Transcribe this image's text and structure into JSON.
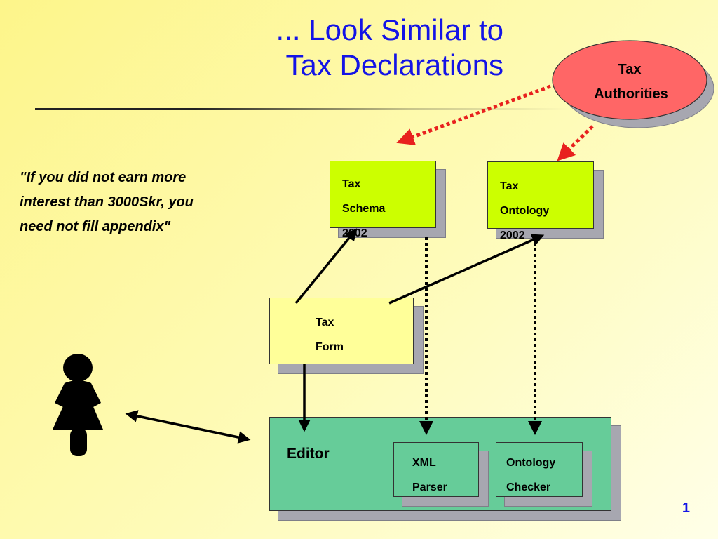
{
  "title": {
    "line1": "... Look Similar to",
    "line2": "Tax Declarations"
  },
  "quote": {
    "line1": "\"If you did not earn more",
    "line2": "interest than 3000Skr, you",
    "line3": "need not fill appendix\""
  },
  "authorities": {
    "line1": "Tax",
    "line2": "Authorities"
  },
  "schema": {
    "line1": "Tax",
    "line2": "Schema",
    "line3": "2002"
  },
  "ontology": {
    "line1": "Tax",
    "line2": "Ontology",
    "line3": "2002"
  },
  "form": {
    "line1": "Tax",
    "line2": "Form"
  },
  "editor": {
    "label": "Editor"
  },
  "xml_parser": {
    "line1": "XML",
    "line2": "Parser"
  },
  "ontology_checker": {
    "line1": "Ontology",
    "line2": "Checker"
  },
  "page_number": "1",
  "colors": {
    "title": "#1414e6",
    "authorities_fill": "#ff6666",
    "schema_fill": "#ccff00",
    "form_fill": "#ffff99",
    "editor_fill": "#66cc99",
    "dotted_arrow": "#e8201e"
  },
  "icons": {
    "person": "person-silhouette-icon"
  }
}
